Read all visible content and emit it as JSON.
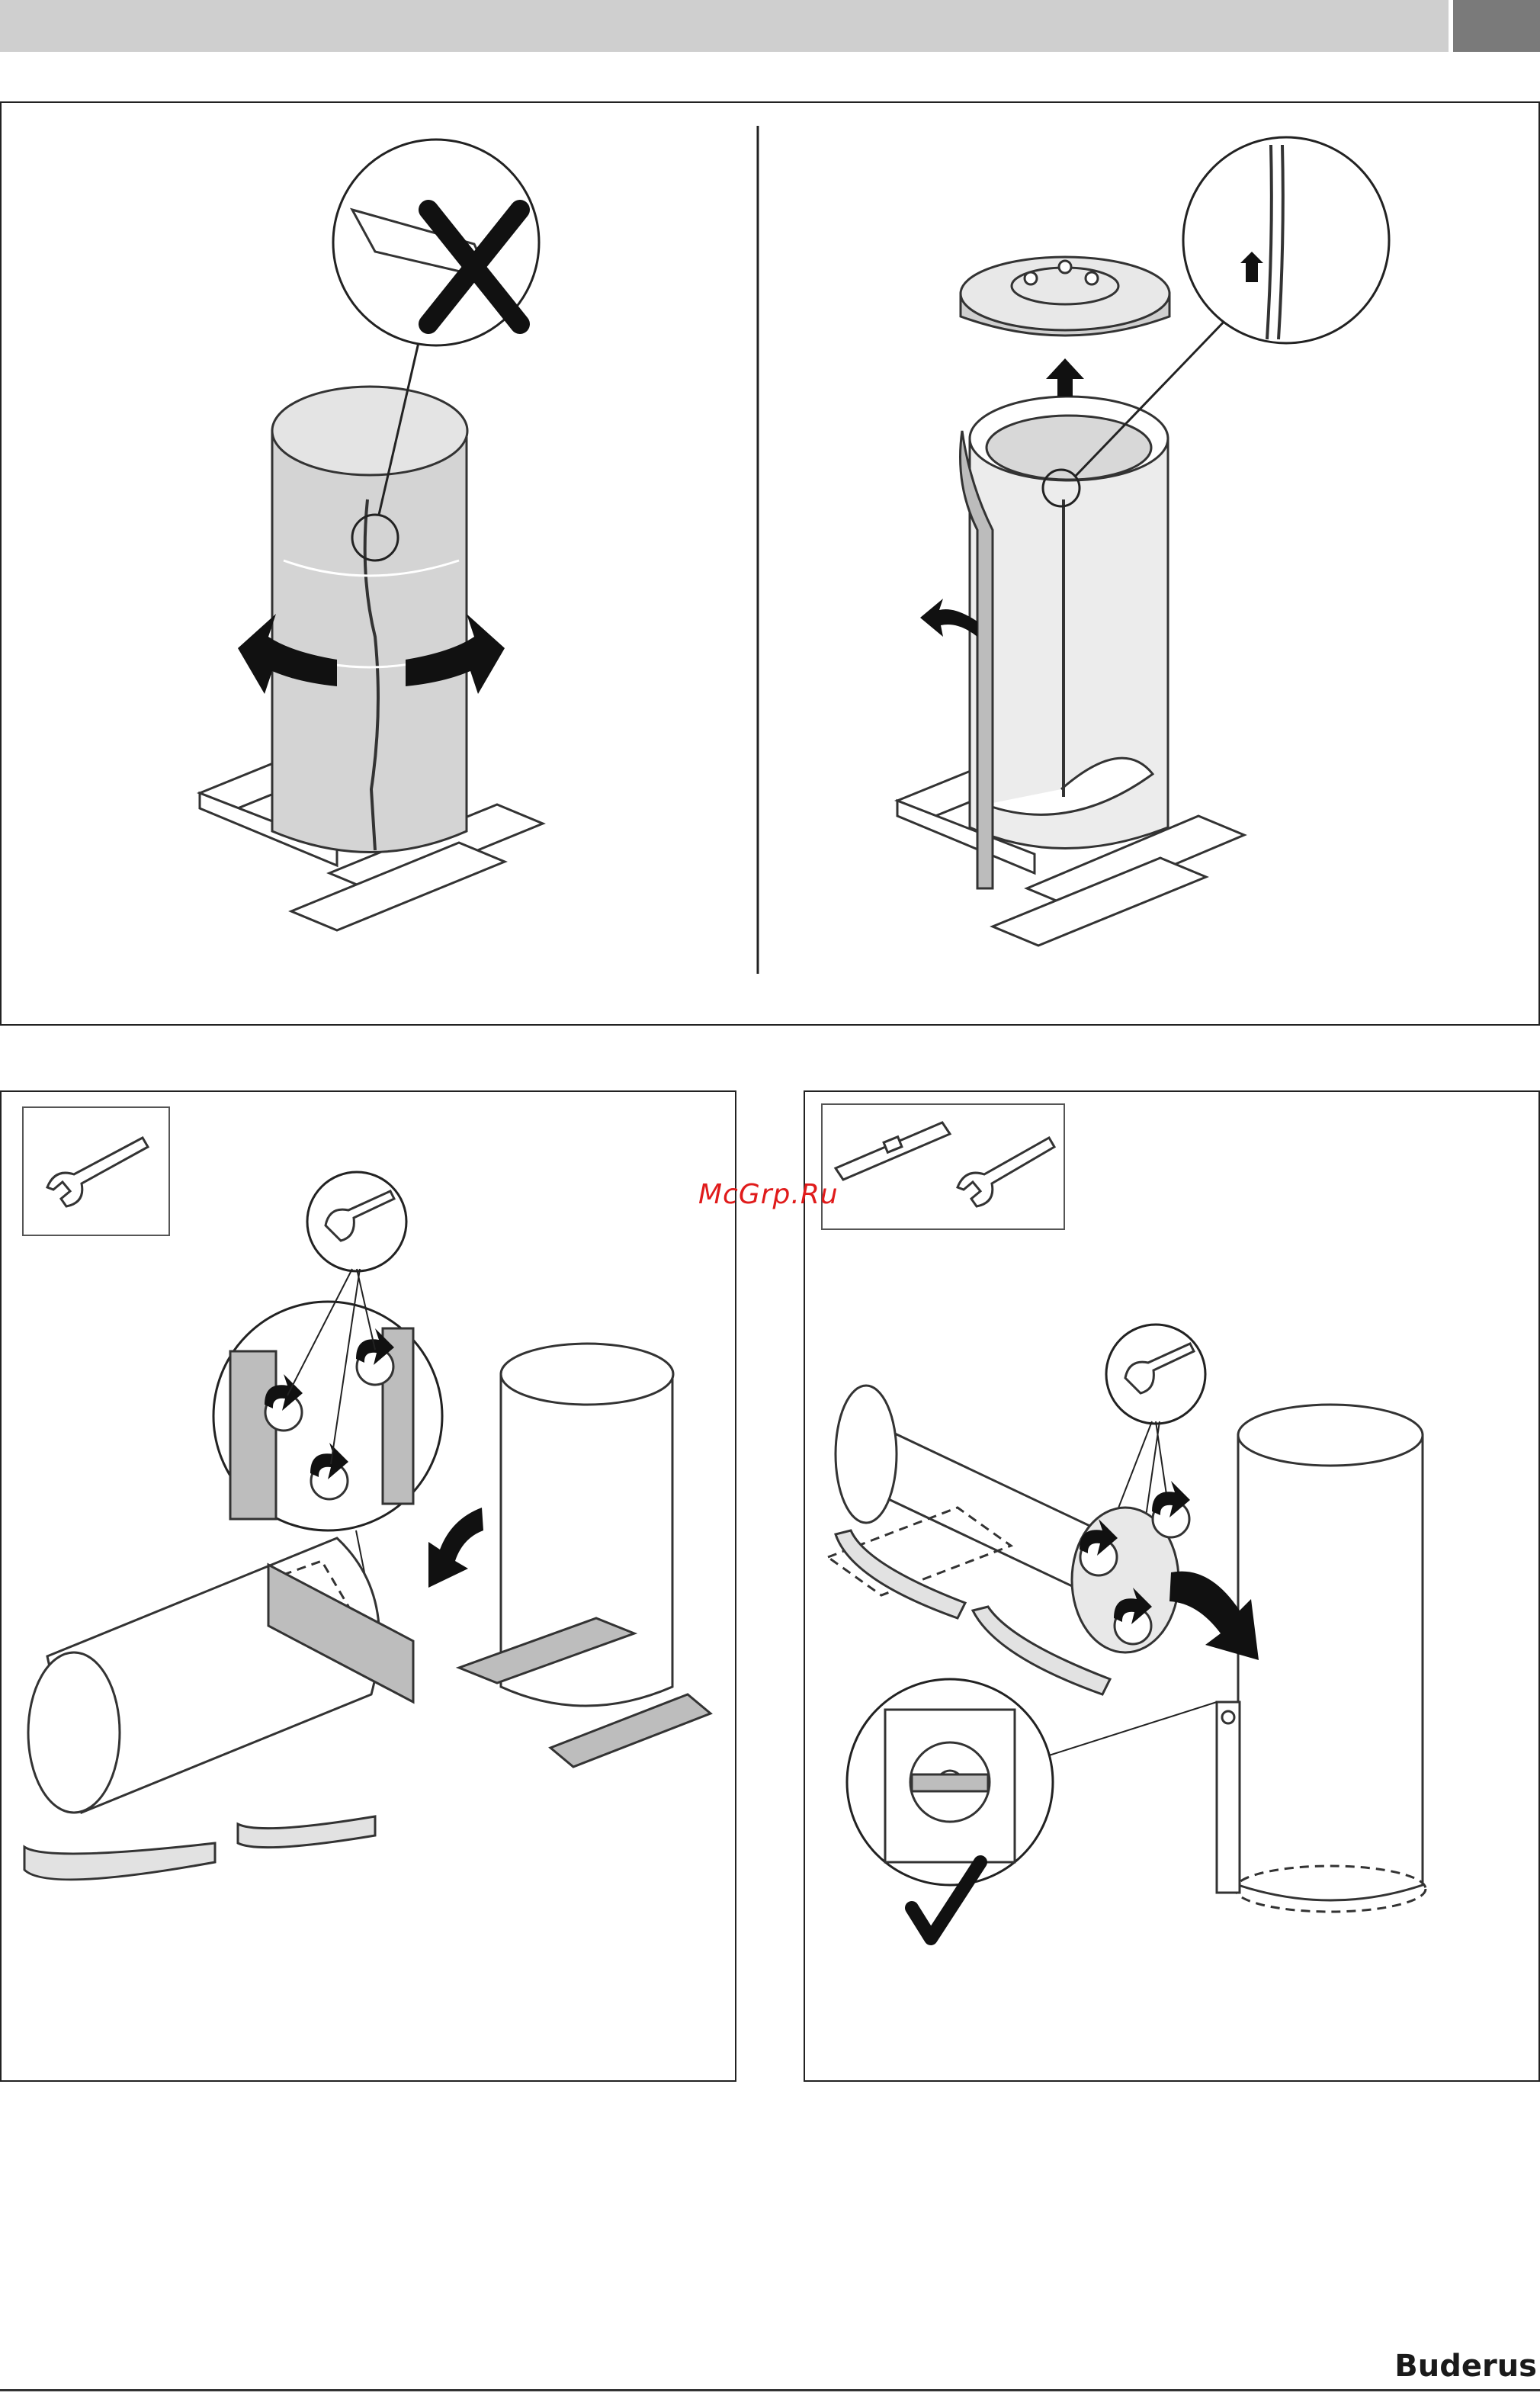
{
  "watermark": "McGrp.Ru",
  "brand": "Buderus",
  "colors": {
    "header_bar": "#cfcfcf",
    "header_tab": "#7a7a7a",
    "watermark": "#e01b1b"
  },
  "panels": [
    {
      "id": "step-1-unpack",
      "icons": [
        "cutter-crossed-icon",
        "rotate-arrows-icon"
      ]
    },
    {
      "id": "step-2-lift-cover",
      "icons": [
        "lift-arrow-icon",
        "rotate-arrow-icon"
      ]
    },
    {
      "id": "step-3-remove-pallet",
      "icons": [
        "wrench-icon"
      ]
    },
    {
      "id": "step-4-level-feet",
      "icons": [
        "spirit-level-icon",
        "wrench-icon",
        "checkmark-icon"
      ]
    }
  ]
}
